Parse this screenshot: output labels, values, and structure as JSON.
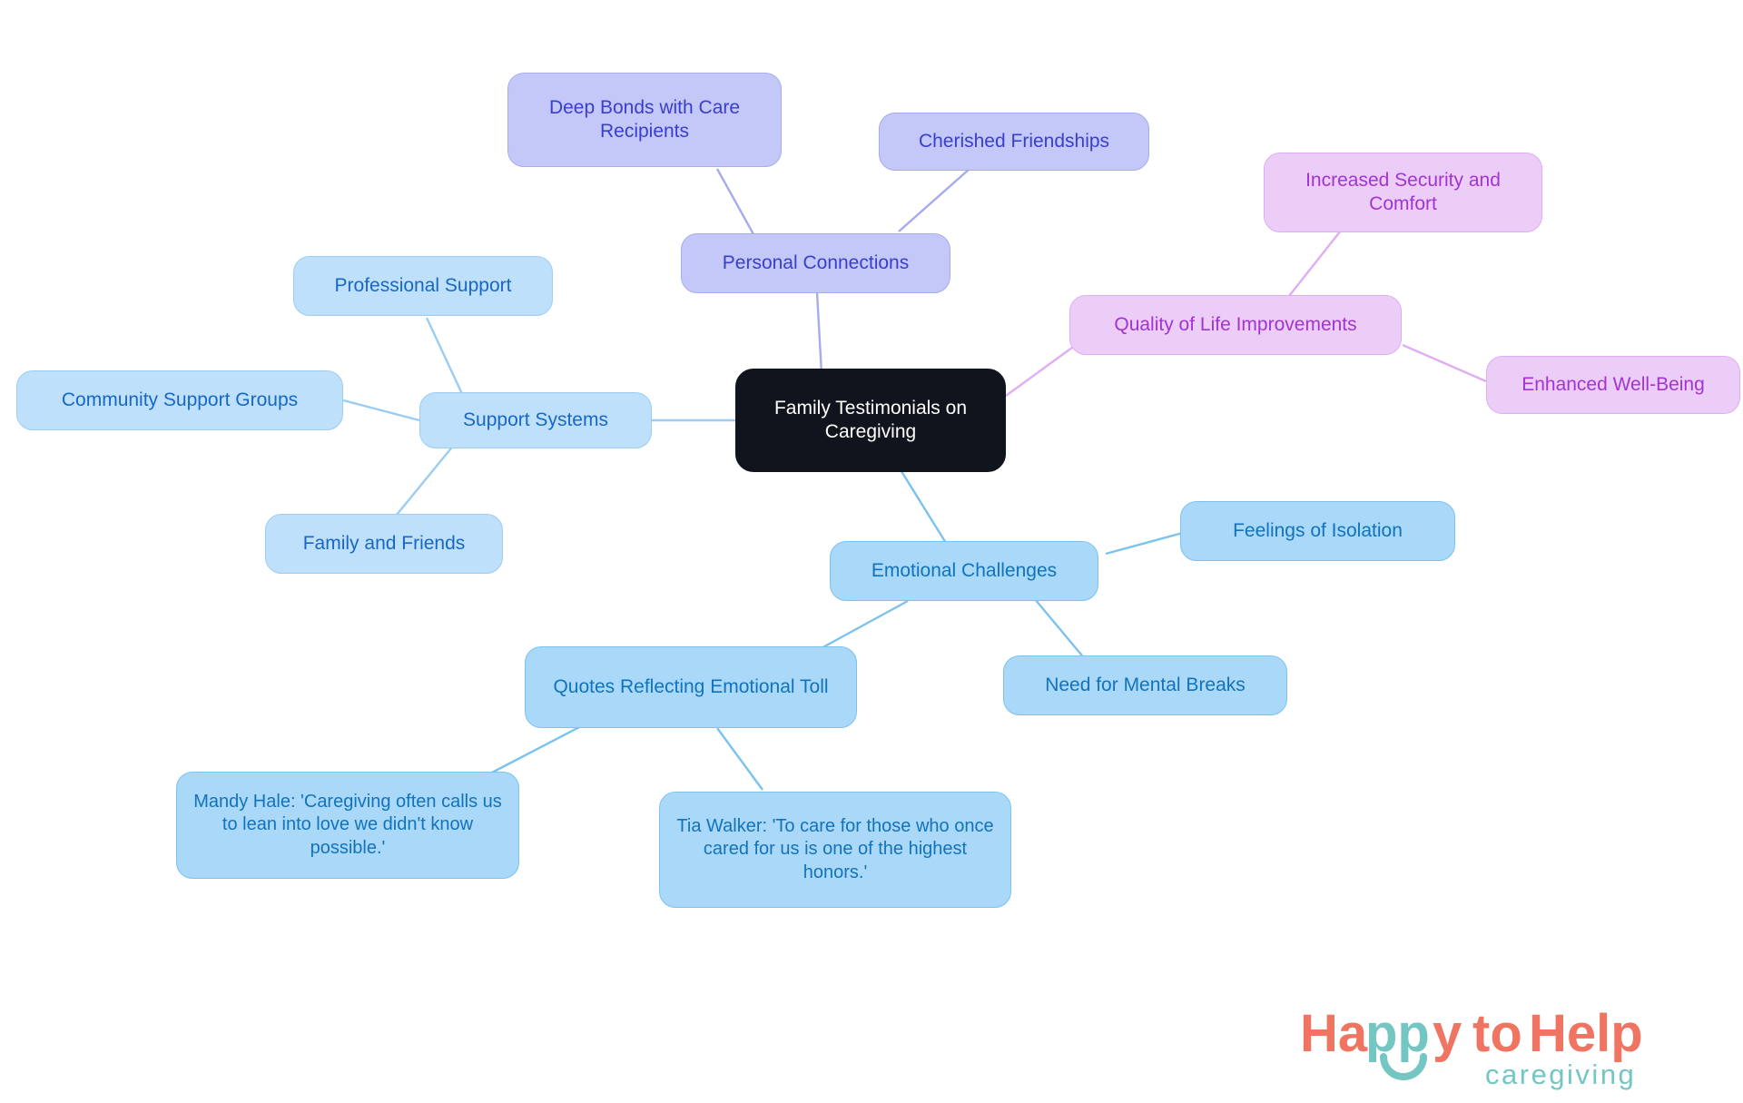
{
  "diagram": {
    "type": "mindmap",
    "root": {
      "id": "root",
      "label": "Family Testimonials on Caregiving"
    },
    "branches": [
      {
        "id": "support-systems",
        "label": "Support Systems",
        "color": "#bfe0fb",
        "children": [
          {
            "id": "professional-support",
            "label": "Professional Support"
          },
          {
            "id": "community-support-groups",
            "label": "Community Support Groups"
          },
          {
            "id": "family-and-friends",
            "label": "Family and Friends"
          }
        ]
      },
      {
        "id": "personal-connections",
        "label": "Personal Connections",
        "color": "#c4c8f8",
        "children": [
          {
            "id": "deep-bonds-with-care-recipients",
            "label": "Deep Bonds with Care Recipients"
          },
          {
            "id": "cherished-friendships",
            "label": "Cherished Friendships"
          }
        ]
      },
      {
        "id": "quality-of-life-improvements",
        "label": "Quality of Life Improvements",
        "color": "#eccdf8",
        "children": [
          {
            "id": "increased-security-and-comfort",
            "label": "Increased Security and Comfort"
          },
          {
            "id": "enhanced-well-being",
            "label": "Enhanced Well-Being"
          }
        ]
      },
      {
        "id": "emotional-challenges",
        "label": "Emotional Challenges",
        "color": "#a9d8f8",
        "children": [
          {
            "id": "feelings-of-isolation",
            "label": "Feelings of Isolation"
          },
          {
            "id": "need-for-mental-breaks",
            "label": "Need for Mental Breaks"
          },
          {
            "id": "quotes-reflecting-emotional-toll",
            "label": "Quotes Reflecting Emotional Toll",
            "children": [
              {
                "id": "quote-mandy-hale",
                "label": "Mandy Hale: 'Caregiving often calls us to lean into love we didn't know possible.'"
              },
              {
                "id": "quote-tia-walker",
                "label": "Tia Walker: 'To care for those who once cared for us is one of the highest honors.'"
              }
            ]
          }
        ]
      }
    ]
  },
  "nodes": {
    "root": "Family Testimonials on Caregiving",
    "deep_bonds": "Deep Bonds with Care Recipients",
    "cherished_friendships": "Cherished Friendships",
    "personal_connections": "Personal Connections",
    "increased_security": "Increased Security and Comfort",
    "quality_of_life": "Quality of Life Improvements",
    "enhanced_wellbeing": "Enhanced Well-Being",
    "professional_support": "Professional Support",
    "community_support_groups": "Community Support Groups",
    "support_systems": "Support Systems",
    "family_and_friends": "Family and Friends",
    "emotional_challenges": "Emotional Challenges",
    "feelings_of_isolation": "Feelings of Isolation",
    "need_for_mental_breaks": "Need for Mental Breaks",
    "quotes_reflecting_emotional_toll": "Quotes Reflecting Emotional Toll",
    "quote_mandy_hale": "Mandy Hale: 'Caregiving often calls us to lean into love we didn't know possible.'",
    "quote_tia_walker": "Tia Walker: 'To care for those who once cared for us is one of the highest honors.'"
  },
  "logo": {
    "word_happy": "Happy",
    "word_to": "to",
    "word_help": "Help",
    "tagline": "caregiving",
    "color_coral": "#ef7461",
    "color_teal": "#74c6c3"
  },
  "palette": {
    "background": "#ffffff",
    "root_fill": "#10141c",
    "root_text": "#ffffff",
    "blue_fill": "#bfe0fb",
    "blue_text": "#1668c6",
    "blue_edge": "#9bcdf4",
    "blue2_fill": "#a9d8f8",
    "blue2_text": "#1273bb",
    "periwinkle_fill": "#c4c8f8",
    "periwinkle_text": "#3a3ecc",
    "pink_fill": "#eccdf8",
    "pink_text": "#a233d4"
  }
}
